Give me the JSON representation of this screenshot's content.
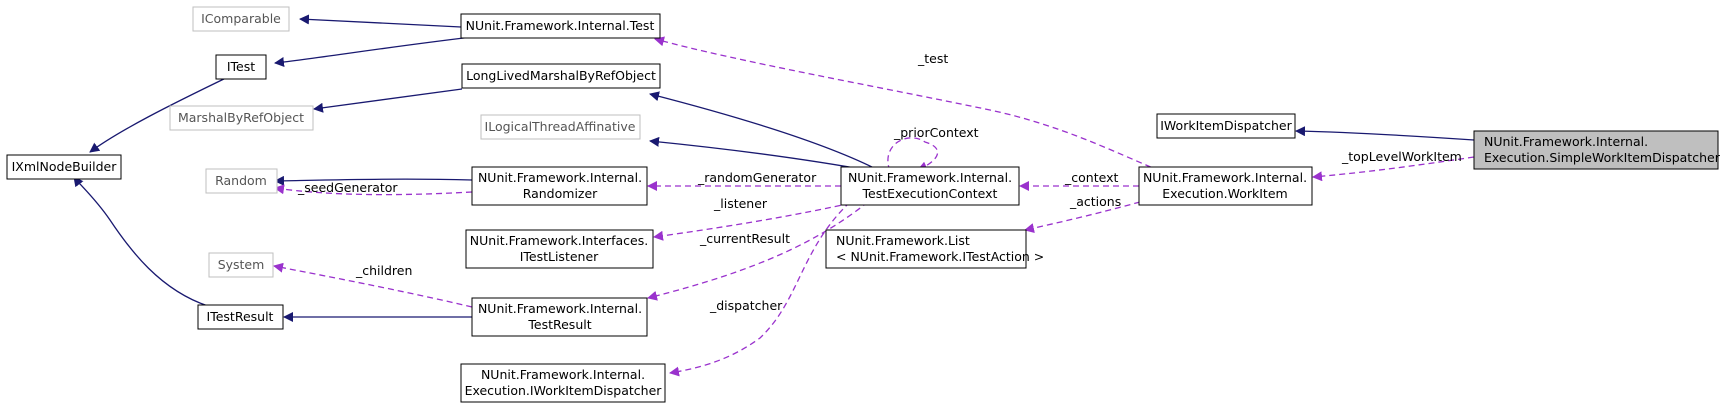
{
  "colors": {
    "inheritance_edge": "#191970",
    "usage_edge": "#9a32cd",
    "focus_fill": "#bfbfbf",
    "ghost_border": "#bfbfbf"
  },
  "nodes": {
    "icomparable": "IComparable",
    "nunit_test": "NUnit.Framework.Internal.Test",
    "itest": "ITest",
    "longlived": "LongLivedMarshalByRefObject",
    "marshalbyref": "MarshalByRefObject",
    "ixmlnodebuilder": "IXmlNodeBuilder",
    "ilogicalthread": "ILogicalThreadAffinative",
    "iworkitemdispatcher": "IWorkItemDispatcher",
    "simpledispatcher": [
      "NUnit.Framework.Internal.",
      "Execution.SimpleWorkItemDispatcher"
    ],
    "random": "Random",
    "randomizer": [
      "NUnit.Framework.Internal.",
      "Randomizer"
    ],
    "testexeccontext": [
      "NUnit.Framework.Internal.",
      "TestExecutionContext"
    ],
    "workitem": [
      "NUnit.Framework.Internal.",
      "Execution.WorkItem"
    ],
    "itestlistener": [
      "NUnit.Framework.Interfaces.",
      "ITestListener"
    ],
    "list": [
      "NUnit.Framework.List",
      "< NUnit.Framework.ITestAction >"
    ],
    "system": "System",
    "itestresult": "ITestResult",
    "testresult": [
      "NUnit.Framework.Internal.",
      "TestResult"
    ],
    "iworkitemdispatcher_exec": [
      "NUnit.Framework.Internal.",
      "Execution.IWorkItemDispatcher"
    ]
  },
  "edge_labels": {
    "test": "_test",
    "prior_context": "_priorContext",
    "top_level_work_item": "_topLevelWorkItem",
    "random_generator": "_randomGenerator",
    "context": "_context",
    "seed_generator": "_seedGenerator",
    "listener": "_listener",
    "actions": "_actions",
    "current_result": "_currentResult",
    "children": "_children",
    "dispatcher": "_dispatcher"
  }
}
